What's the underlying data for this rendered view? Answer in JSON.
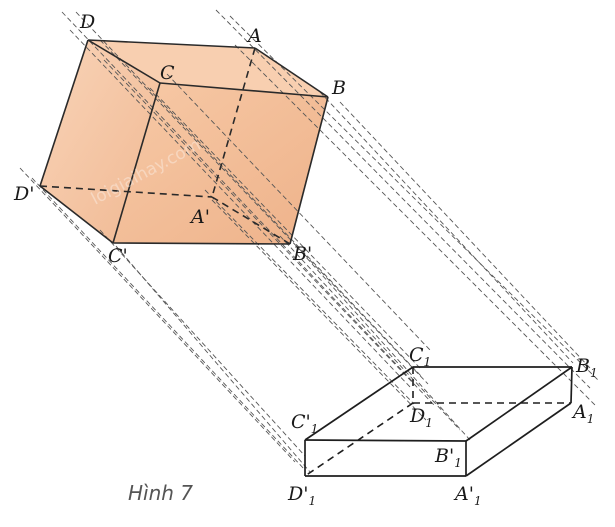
{
  "figure": {
    "caption": "Hình 7",
    "watermark": "loigiaihay.com"
  },
  "cube_labels": {
    "D": "D",
    "A": "A",
    "C": "C",
    "B": "B",
    "D_prime": "D'",
    "A_prime": "A'",
    "C_prime": "C'",
    "B_prime": "B'"
  },
  "box_labels": {
    "C1": {
      "main": "C",
      "sub": "1"
    },
    "B1": {
      "main": "B",
      "sub": "1"
    },
    "D1": {
      "main": "D",
      "sub": "1"
    },
    "A1": {
      "main": "A",
      "sub": "1"
    },
    "C1_prime": {
      "main": "C'",
      "sub": "1"
    },
    "B1_prime": {
      "main": "B'",
      "sub": "1"
    },
    "D1_prime": {
      "main": "D'",
      "sub": "1"
    },
    "A1_prime": {
      "main": "A'",
      "sub": "1"
    }
  },
  "colors": {
    "cube_fill": "#f6c7a4",
    "cube_front": "#f3bd98",
    "edge": "#2a2a2a",
    "projection_line": "#555555"
  }
}
